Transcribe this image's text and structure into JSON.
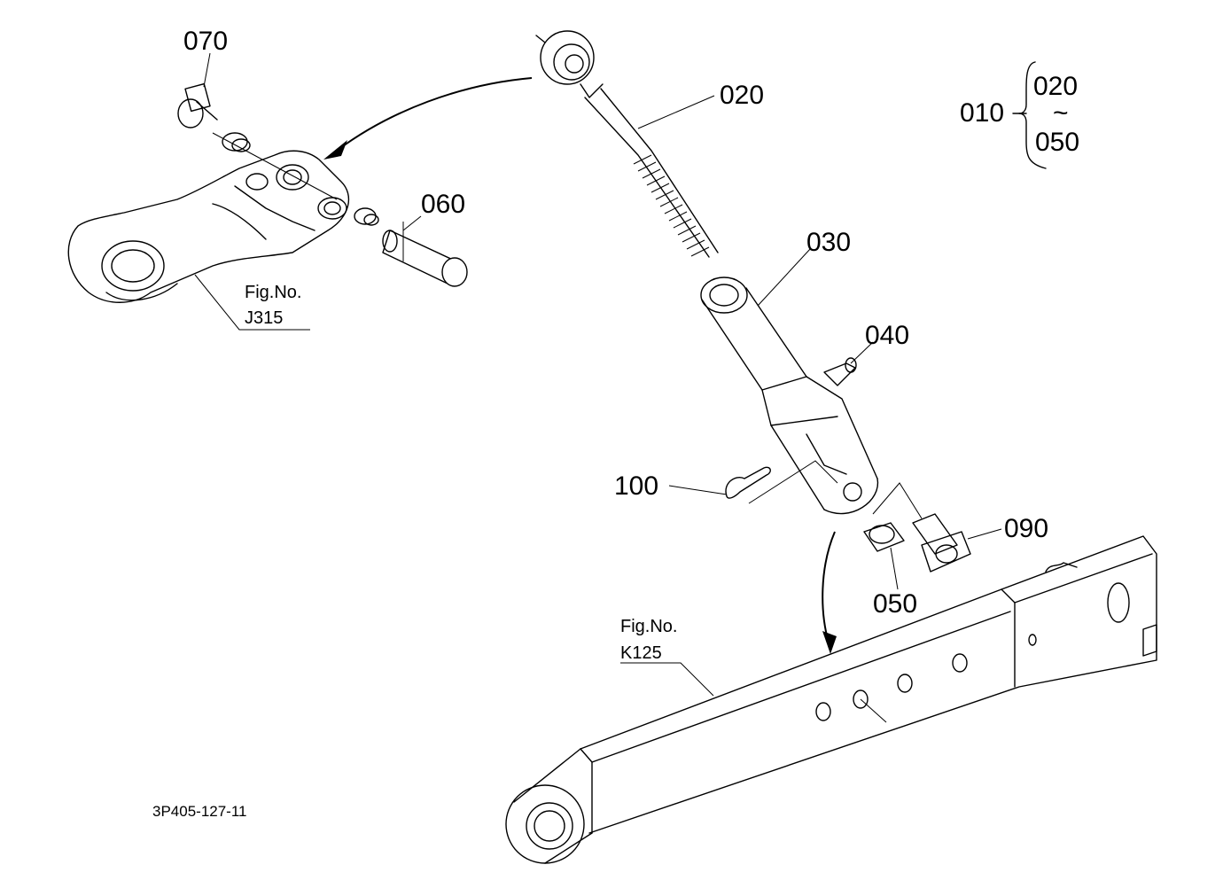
{
  "parts": {
    "p070": "070",
    "p020": "020",
    "p060": "060",
    "p030": "030",
    "p040": "040",
    "p100": "100",
    "p090": "090",
    "p050": "050"
  },
  "assembly": {
    "parent": "010",
    "range_start": "020",
    "range_sep": "~",
    "range_end": "050"
  },
  "figure_refs": {
    "upper": {
      "caption": "Fig.No.",
      "number": "J315"
    },
    "lower": {
      "caption": "Fig.No.",
      "number": "K125"
    }
  },
  "drawing_code": "3P405-127-11",
  "colors": {
    "ink": "#000000",
    "paper": "#ffffff"
  }
}
